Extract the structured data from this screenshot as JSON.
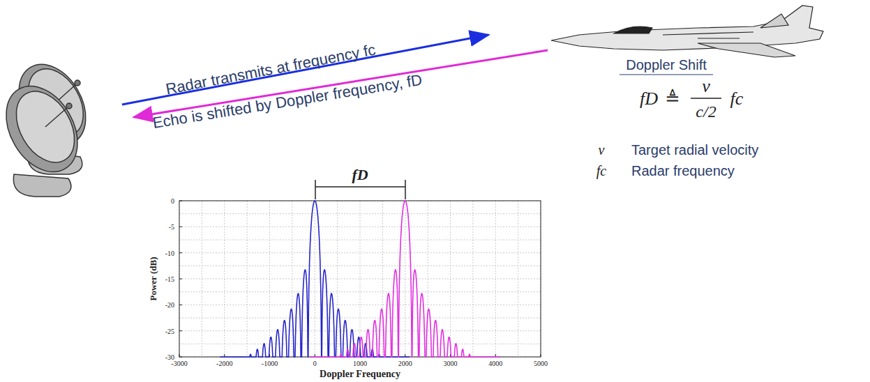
{
  "diagram": {
    "labels": [
      "Radar transmits at frequency fc",
      "Echo is shifted by Doppler frequency, fD",
      "Doppler Shift",
      "fD",
      "≜",
      "v",
      "c/2",
      "fc",
      "v",
      "Target radial velocity",
      "fc",
      "Radar frequency",
      "fD",
      "Power (dB)",
      "Doppler Frequency",
      "0",
      "-5",
      "-10",
      "-15",
      "-20",
      "-25",
      "-30",
      "-3000",
      "-2000",
      "-1000",
      "0",
      "1000",
      "2000",
      "3000",
      "4000",
      "5000"
    ]
  }
}
